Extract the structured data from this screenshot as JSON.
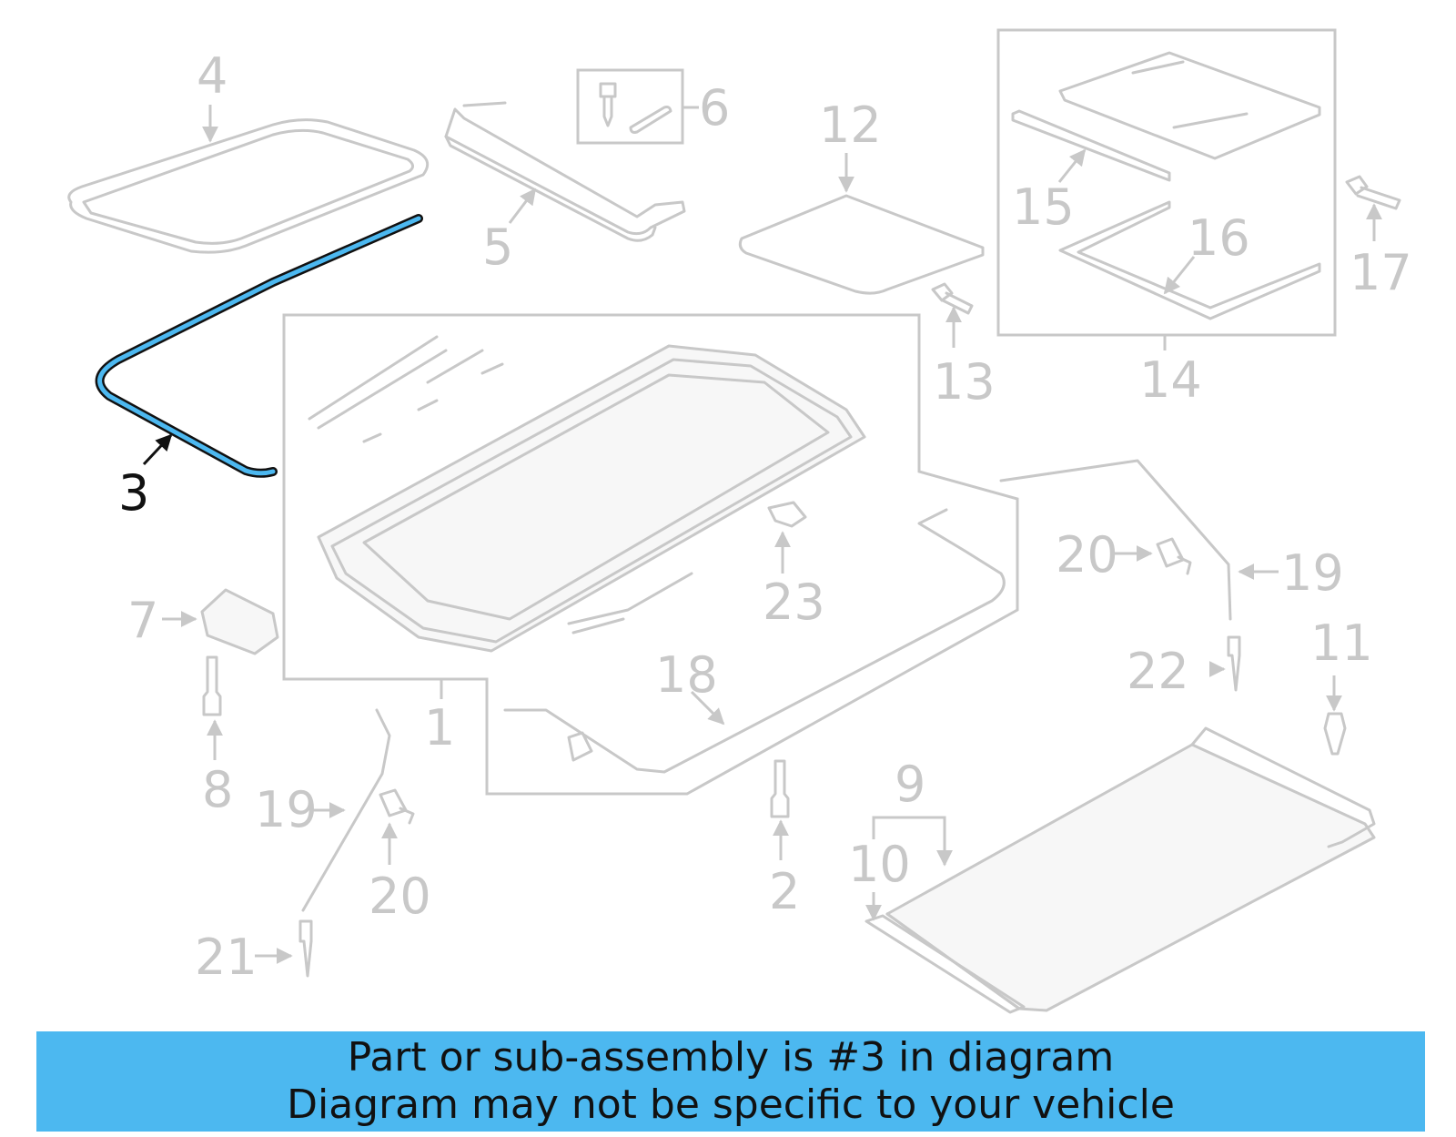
{
  "diagram": {
    "highlighted_part": "3",
    "highlight_color": "#4cb8f0",
    "part_color": "#c8c8c8",
    "labels": {
      "p1": "1",
      "p2": "2",
      "p3": "3",
      "p4": "4",
      "p5": "5",
      "p6": "6",
      "p7": "7",
      "p8": "8",
      "p9": "9",
      "p10": "10",
      "p11": "11",
      "p12": "12",
      "p13": "13",
      "p14": "14",
      "p15": "15",
      "p16": "16",
      "p17": "17",
      "p18": "18",
      "p19a": "19",
      "p19b": "19",
      "p20a": "20",
      "p20b": "20",
      "p21": "21",
      "p22": "22",
      "p23": "23"
    }
  },
  "banner": {
    "line1": "Part or sub-assembly is #3 in diagram",
    "line2": "Diagram may not be specific to your vehicle"
  }
}
